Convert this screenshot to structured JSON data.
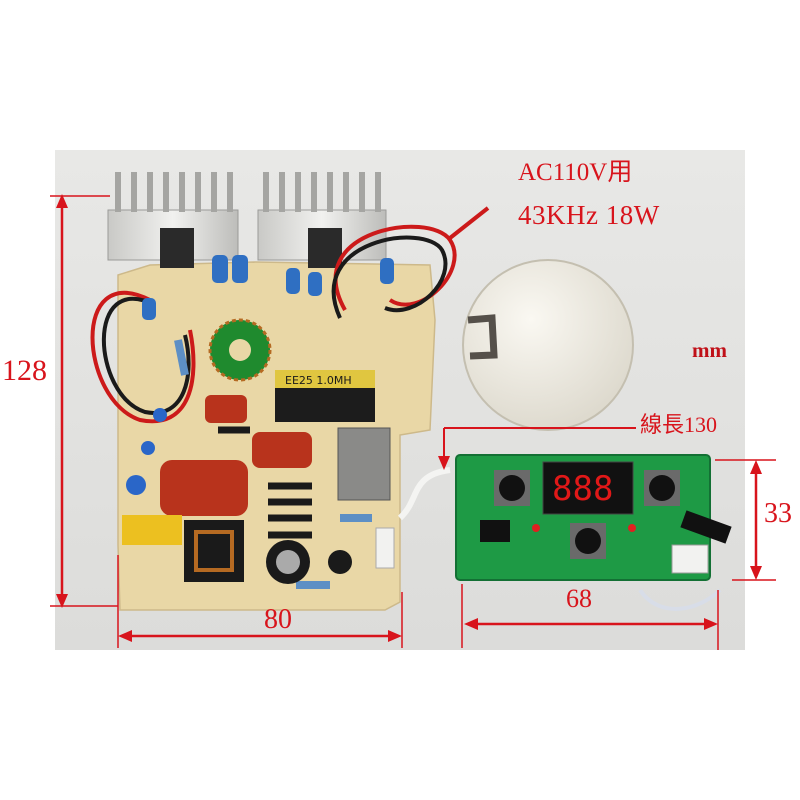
{
  "photo": {
    "spec_voltage": "AC110V用",
    "spec_freq_power": "43KHz 18W",
    "unit_label": "mm",
    "wire_length_label": "線長130",
    "dim_board_height": "128",
    "dim_board_width": "80",
    "dim_panel_width": "68",
    "dim_panel_height": "33",
    "transformer_marking": "EE25 1.0MH",
    "display_digits": "8.8.8.",
    "colors": {
      "dimension_red": "#d8141c",
      "board_tan": "#e9d7a6",
      "panel_green": "#1e9a45"
    }
  }
}
